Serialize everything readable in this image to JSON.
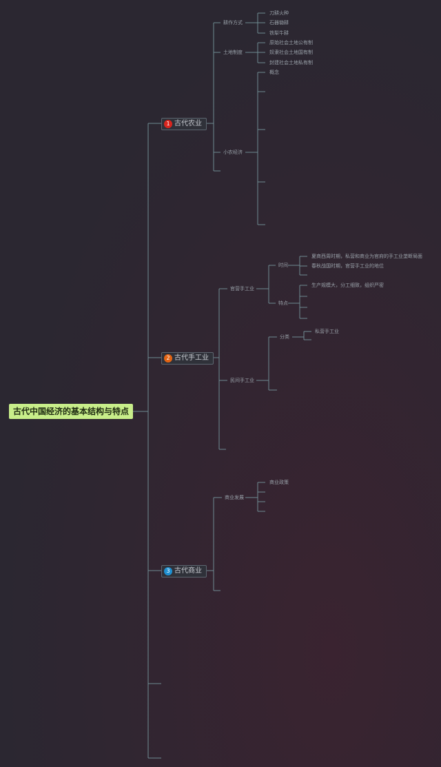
{
  "root": "古代中国经济的基本结构与特点",
  "branches": [
    {
      "num": "1",
      "label": "古代农业",
      "color": "#d8251e"
    },
    {
      "num": "2",
      "label": "古代手工业",
      "color": "#e36414"
    },
    {
      "num": "3",
      "label": "古代商业",
      "color": "#1f8fd0"
    }
  ],
  "agriculture": {
    "farming": {
      "label": "耕作方式",
      "items": [
        "刀耕火种",
        "石器锄耕",
        "铁犁牛耕"
      ]
    },
    "land": {
      "label": "土地制度",
      "items": [
        "原始社会土地公有制",
        "奴隶社会土地国有制",
        "封建社会土地私有制"
      ]
    },
    "small": {
      "label": "小农经济",
      "first": "概念"
    }
  },
  "handicraft": {
    "official": {
      "label": "官营手工业",
      "sub1": "时间",
      "items1": [
        "夏商西周时期，私营和商业为官府的手工业垄断局面",
        "春秋战国时期，官营手工业的地位"
      ],
      "sub2": "特点",
      "items2": [
        "生产规模大，分工细致，组织严密"
      ]
    },
    "private": {
      "label": "民间手工业",
      "sub": "分类",
      "items": [
        "私营手工业"
      ]
    }
  },
  "commerce": {
    "label": "商业发展",
    "items": [
      "商业政策"
    ]
  }
}
